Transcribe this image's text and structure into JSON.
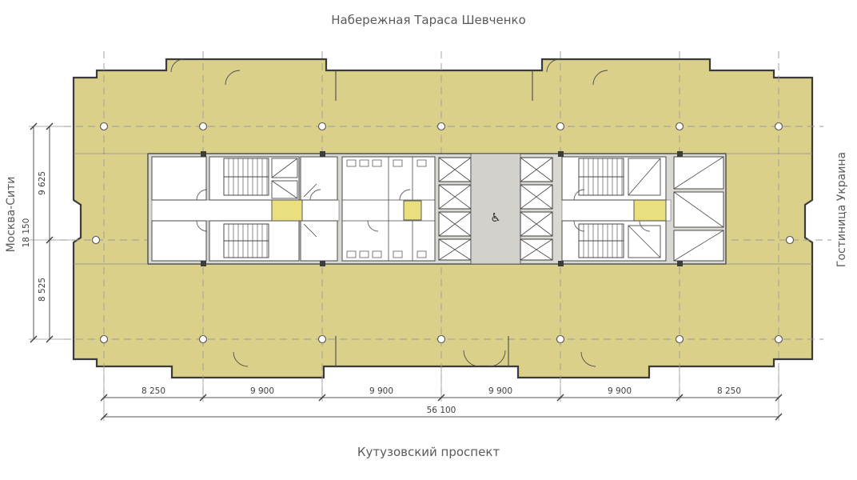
{
  "streets": {
    "top": "Набережная Тараса Шевченко",
    "bottom": "Кутузовский проспект",
    "left": "Москва-Сити",
    "right": "Гостиница Украина"
  },
  "dimensions": {
    "bottom_segments": [
      "8 250",
      "9 900",
      "9 900",
      "9 900",
      "9 900",
      "8 250"
    ],
    "bottom_total": "56 100",
    "left_segments": [
      "9 625",
      "8 525"
    ],
    "left_total": "18 150"
  },
  "symbols": {
    "accessibility": "♿"
  },
  "colors": {
    "floor_fill": "#dbd08a",
    "core_fill": "#d9d8d3",
    "accent_room": "#eadf7f",
    "outline": "#3b3b3b"
  }
}
